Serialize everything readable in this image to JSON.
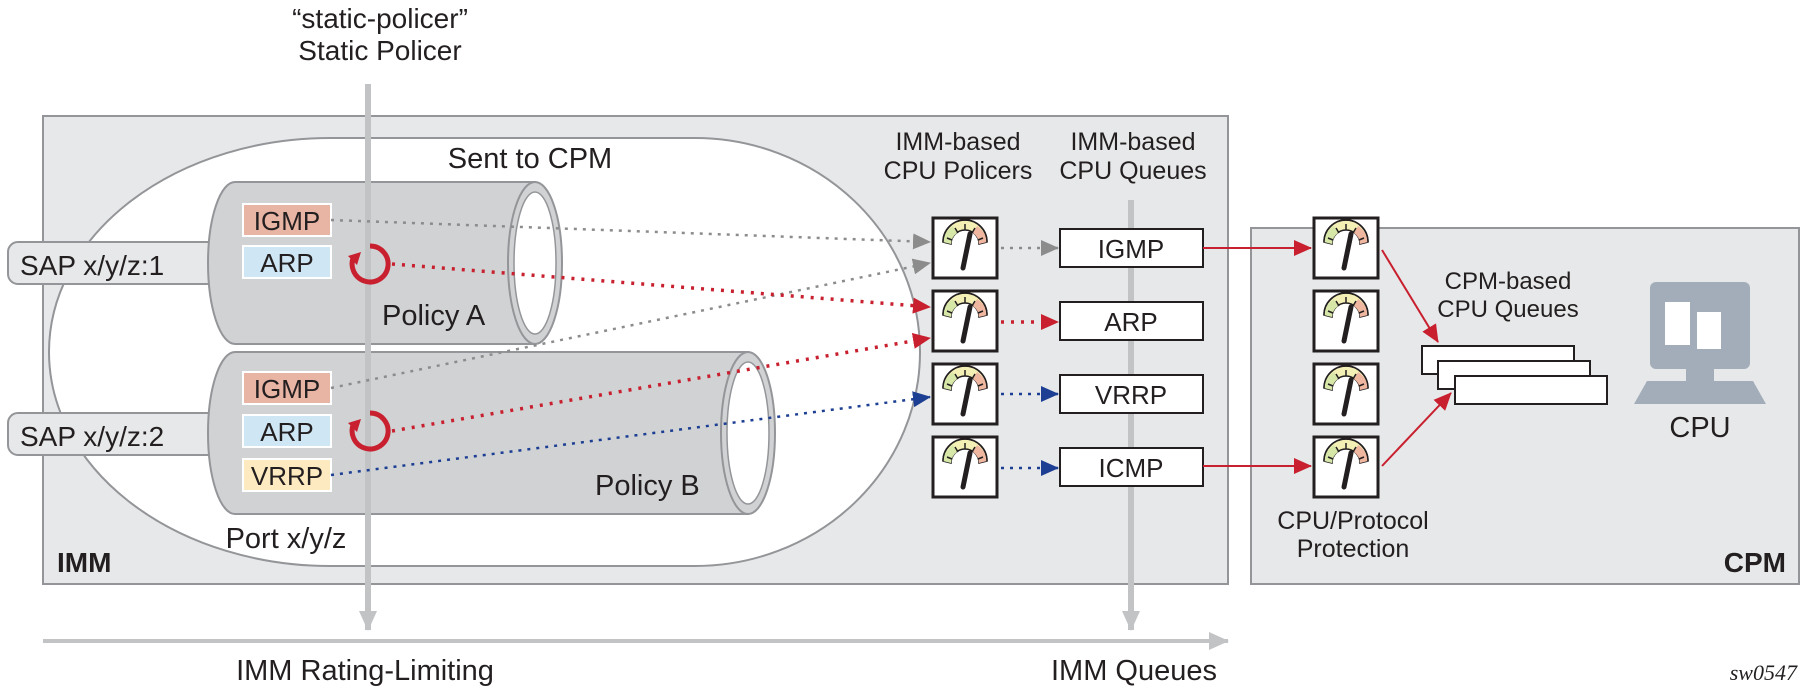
{
  "title": {
    "line1": "“static-policer”",
    "line2": "Static Policer"
  },
  "regions": {
    "imm": "IMM",
    "cpm": "CPM"
  },
  "sent_to_cpm": "Sent to CPM",
  "port_label": "Port x/y/z",
  "saps": [
    {
      "label": "SAP x/y/z:1",
      "policy": "Policy A",
      "protocols": [
        "IGMP",
        "ARP"
      ]
    },
    {
      "label": "SAP x/y/z:2",
      "policy": "Policy B",
      "protocols": [
        "IGMP",
        "ARP",
        "VRRP"
      ]
    }
  ],
  "imm_policers_header": {
    "line1": "IMM-based",
    "line2": "CPU Policers"
  },
  "imm_queues_header": {
    "line1": "IMM-based",
    "line2": "CPU Queues"
  },
  "imm_queues": [
    "IGMP",
    "ARP",
    "VRRP",
    "ICMP"
  ],
  "cpm_queues_header": {
    "line1": "CPM-based",
    "line2": "CPU Queues"
  },
  "cpu_label": "CPU",
  "protection_label": {
    "line1": "CPU/Protocol",
    "line2": "Protection"
  },
  "axis": {
    "rate_limiting": "IMM Rating-Limiting",
    "queues": "IMM Queues"
  },
  "figure_id": "sw0547",
  "colors": {
    "igmp_bg": "#e8b4a3",
    "arp_bg": "#cfe7f5",
    "vrrp_bg": "#fdeac0",
    "red": "#c8202f",
    "blue": "#1d3f93",
    "gray": "#8c8c8c",
    "panel": "#e7e8e9",
    "cylinder": "#d1d2d4",
    "cpu": "#a3adb9"
  }
}
